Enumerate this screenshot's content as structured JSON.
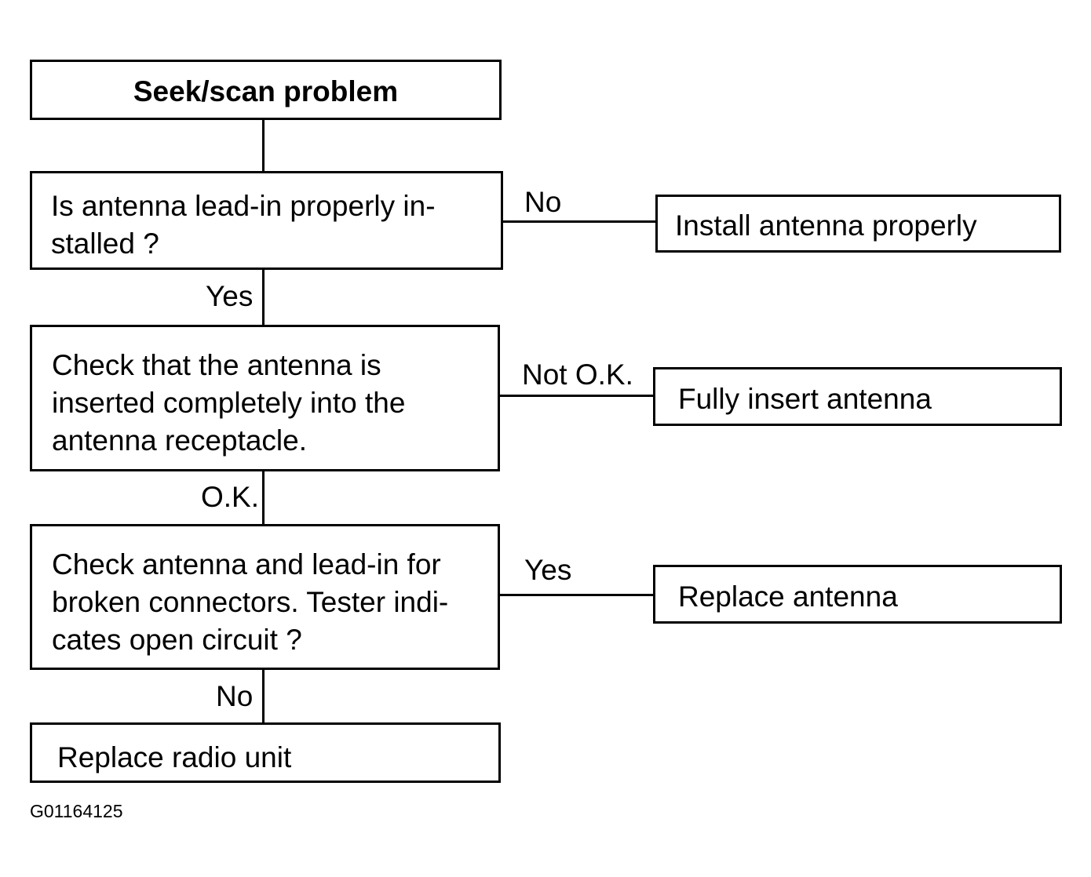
{
  "flowchart": {
    "title": "Seek/scan problem",
    "steps": [
      {
        "question": "Is antenna lead-in properly in-\nstalled ?",
        "down_label": "Yes",
        "side_label": "No",
        "side_action": "Install antenna properly"
      },
      {
        "question": "Check that the antenna is\ninserted completely into the\nantenna receptacle.",
        "down_label": "O.K.",
        "side_label": "Not O.K.",
        "side_action": "Fully insert antenna"
      },
      {
        "question": "Check antenna and lead-in for\nbroken connectors. Tester indi-\ncates open circuit ?",
        "down_label": "No",
        "side_label": "Yes",
        "side_action": "Replace antenna"
      }
    ],
    "final_action": "Replace radio unit"
  },
  "figure_id": "G01164125"
}
